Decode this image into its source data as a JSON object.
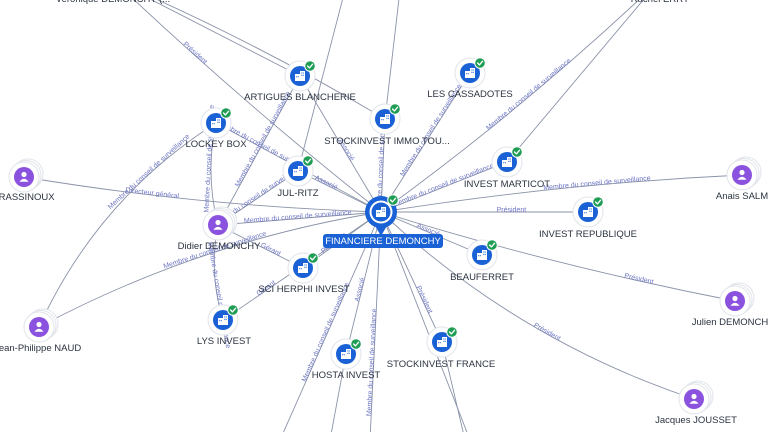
{
  "colors": {
    "edge": "#8b93a8",
    "edge_label": "#6d76c4",
    "company": "#1a61d6",
    "person": "#8a52de",
    "check": "#1f9d55",
    "center": "#1a61d6"
  },
  "center": {
    "name": "FINANCIERE DEMONCHY",
    "type": "company"
  },
  "nodes": [
    {
      "id": "artigues",
      "name": "ARTIGUES BLANCHERIE",
      "type": "company"
    },
    {
      "id": "cassadotes",
      "name": "LES CASSADOTES",
      "type": "company"
    },
    {
      "id": "lockey",
      "name": "LOCKEY BOX",
      "type": "company"
    },
    {
      "id": "stockimmo",
      "name": "STOCKINVEST IMMO TOU...",
      "type": "company"
    },
    {
      "id": "julritz",
      "name": "JUL-RITZ",
      "type": "company"
    },
    {
      "id": "marticot",
      "name": "INVEST MARTICOT",
      "type": "company"
    },
    {
      "id": "republique",
      "name": "INVEST REPUBLIQUE",
      "type": "company"
    },
    {
      "id": "beauferret",
      "name": "BEAUFERRET",
      "type": "company"
    },
    {
      "id": "herphi",
      "name": "SCI HERPHI INVEST",
      "type": "company"
    },
    {
      "id": "lys",
      "name": "LYS INVEST",
      "type": "company"
    },
    {
      "id": "hosta",
      "name": "HOSTA INVEST",
      "type": "company"
    },
    {
      "id": "stockfrance",
      "name": "STOCKINVEST FRANCE",
      "type": "company"
    },
    {
      "id": "didier",
      "name": "Didier DEMONCHY",
      "type": "person"
    },
    {
      "id": "rassinoux",
      "name": "an RASSINOUX",
      "type": "person"
    },
    {
      "id": "naud",
      "name": "ean-Philippe NAUD",
      "type": "person"
    },
    {
      "id": "salm",
      "name": "Anais SALM",
      "type": "person"
    },
    {
      "id": "julien",
      "name": "Julien DEMONCH",
      "type": "person"
    },
    {
      "id": "jousset",
      "name": "Jacques JOUSSET",
      "type": "person"
    },
    {
      "id": "veronique",
      "name": "Veronique DEMONCHY (...",
      "type": "person"
    },
    {
      "id": "rachel",
      "name": "Rachel ERRY",
      "type": "person"
    }
  ],
  "edge_labels": [
    "Associé",
    "Membre du conseil de surveillance",
    "Membre du conseil de surveillance",
    "Membre du conseil de surveillance",
    "Associé",
    "Membre du conseil de surveillance",
    "Président",
    "Associé",
    "Président",
    "Gérant",
    "Associé",
    "Président",
    "Membre du conseil de surveillance",
    "Directeur général",
    "Membre du conseil de surveillance",
    "Membre du conseil de surveillance",
    "Président",
    "Président",
    "Président",
    "Membre du conseil de surveillance",
    "Membre du conseil de surveillance",
    "Membre du conseil de surveillance",
    "Gérant",
    "Membre du conseil de surveillance",
    "Membre du conseil de surveillance",
    "Membre du conseil de surveillance",
    "Membre du conseil de surveillance",
    "Membre du conseil de surveillance"
  ]
}
